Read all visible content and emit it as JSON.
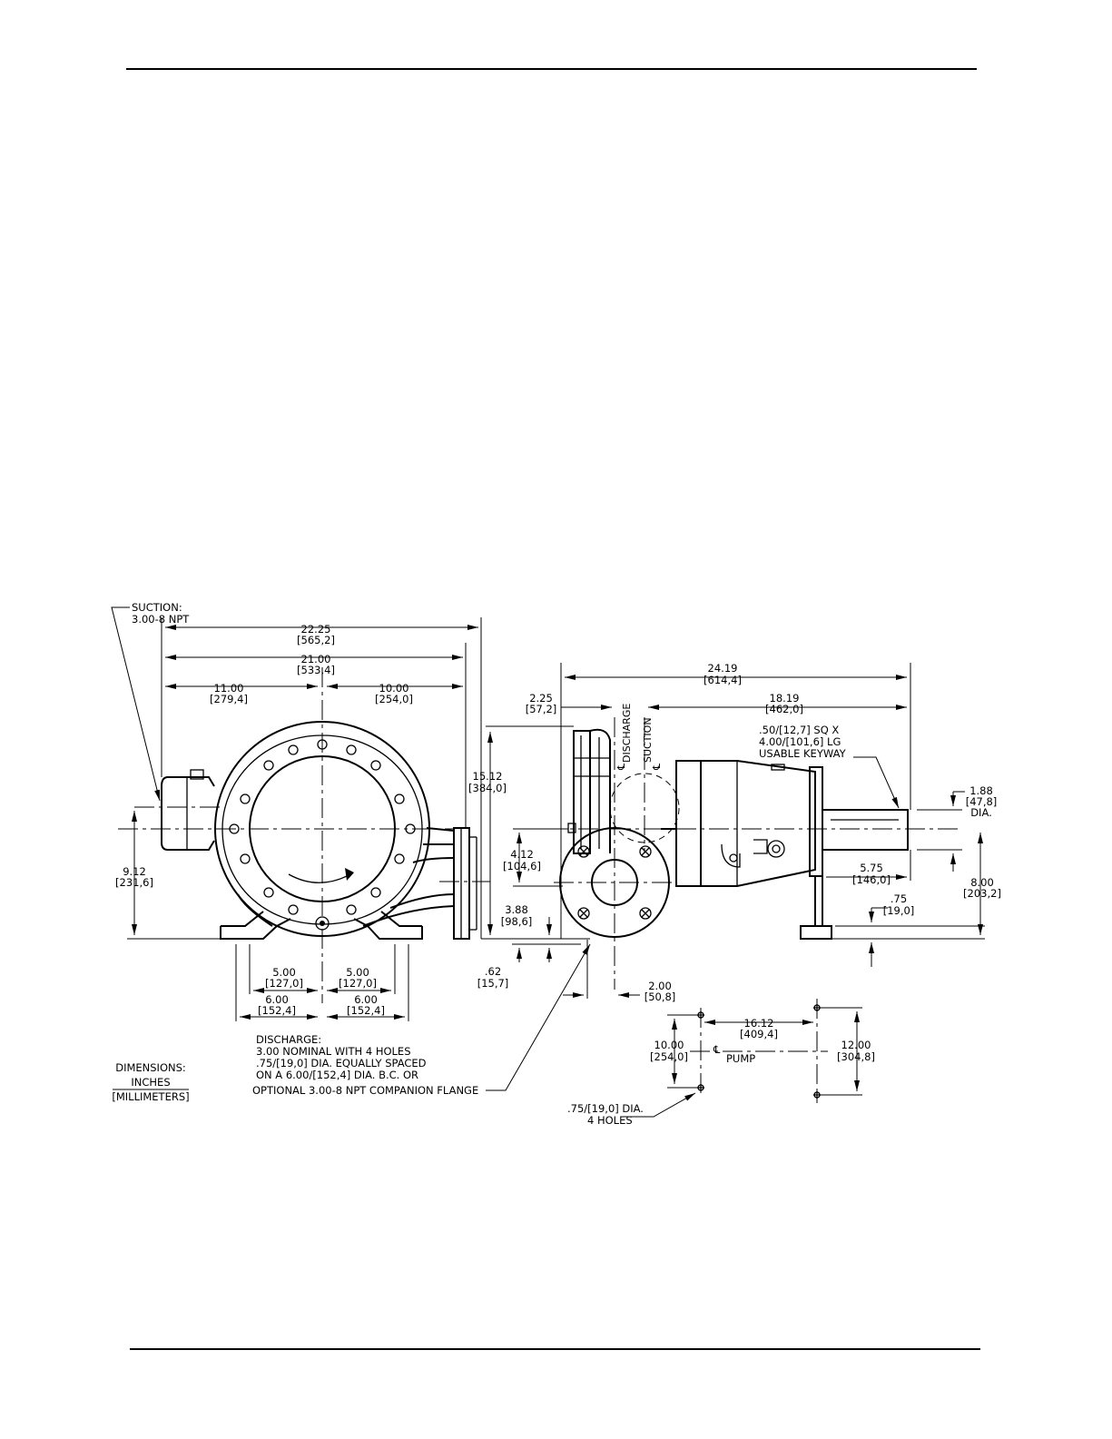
{
  "suction": {
    "label": "SUCTION:",
    "size": "3.00-8 NPT"
  },
  "dims": {
    "d22_25": {
      "in": "22.25",
      "mm": "[565,2]"
    },
    "d21_00": {
      "in": "21.00",
      "mm": "[533,4]"
    },
    "d11_00": {
      "in": "11.00",
      "mm": "[279,4]"
    },
    "d10_00": {
      "in": "10.00",
      "mm": "[254,0]"
    },
    "d15_12": {
      "in": "15.12",
      "mm": "[384,0]"
    },
    "d9_12": {
      "in": "9.12",
      "mm": "[231,6]"
    },
    "d5_00a": {
      "in": "5.00",
      "mm": "[127,0]"
    },
    "d5_00b": {
      "in": "5.00",
      "mm": "[127,0]"
    },
    "d6_00a": {
      "in": "6.00",
      "mm": "[152,4]"
    },
    "d6_00b": {
      "in": "6.00",
      "mm": "[152,4]"
    },
    "d24_19": {
      "in": "24.19",
      "mm": "[614,4]"
    },
    "d2_25": {
      "in": "2.25",
      "mm": "[57,2]"
    },
    "d18_19": {
      "in": "18.19",
      "mm": "[462,0]"
    },
    "d4_12": {
      "in": "4.12",
      "mm": "[104,6]"
    },
    "d3_88": {
      "in": "3.88",
      "mm": "[98,6]"
    },
    "d0_62": {
      "in": ".62",
      "mm": "[15,7]"
    },
    "d2_00": {
      "in": "2.00",
      "mm": "[50,8]"
    },
    "d5_75": {
      "in": "5.75",
      "mm": "[146,0]"
    },
    "d0_75": {
      "in": ".75",
      "mm": "[19,0]"
    },
    "d1_88": {
      "in": "1.88",
      "mm": "[47,8]",
      "dia": "DIA."
    },
    "d8_00": {
      "in": "8.00",
      "mm": "[203,2]"
    },
    "d16_12": {
      "in": "16.12",
      "mm": "[409,4]"
    },
    "d10_00b": {
      "in": "10.00",
      "mm": "[254,0]"
    },
    "d12_00": {
      "in": "12.00",
      "mm": "[304,8]"
    }
  },
  "keyway": {
    "line1": ".50/[12,7] SQ X",
    "line2": "4.00/[101,6] LG",
    "line3": "USABLE KEYWAY"
  },
  "centerlines": {
    "discharge": "DISCHARGE",
    "suction": "SUCTION",
    "pump": "PUMP",
    "cl_symbol": "℄"
  },
  "discharge_note": {
    "line1": "DISCHARGE:",
    "line2": "3.00 NOMINAL WITH 4 HOLES",
    "line3": ".75/[19,0] DIA. EQUALLY SPACED",
    "line4": "ON A 6.00/[152,4] DIA. B.C. OR",
    "line5": "OPTIONAL 3.00-8 NPT COMPANION FLANGE"
  },
  "mount_holes": {
    "line1": ".75/[19,0] DIA.",
    "line2": "4 HOLES"
  },
  "units_legend": {
    "title": "DIMENSIONS:",
    "primary": "INCHES",
    "secondary": "[MILLIMETERS]"
  }
}
